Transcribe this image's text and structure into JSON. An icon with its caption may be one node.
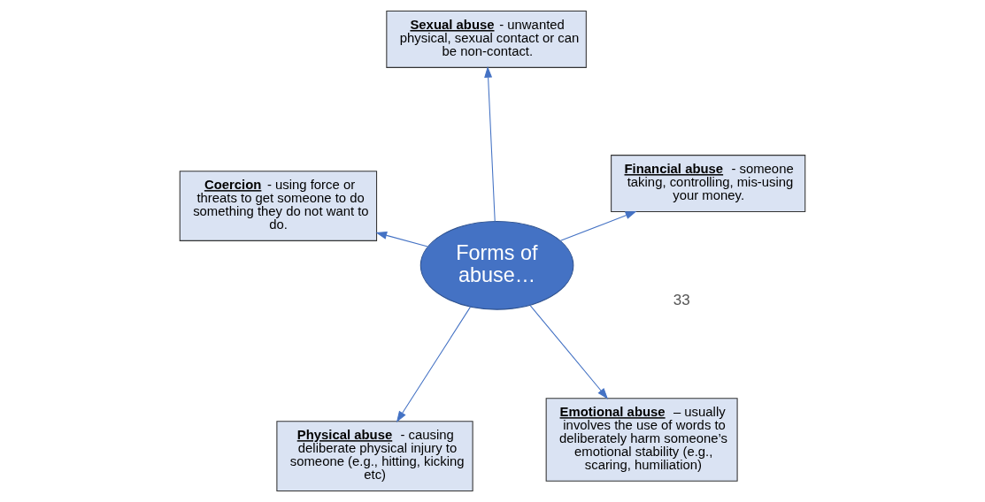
{
  "diagram": {
    "nodes": [
      {
        "text": [
          "Forms of abuse…"
        ]
      },
      {
        "text": [
          "**Emotional abuse** – usually involves the use of words to deliberately harm someone’s emotional stability (e.g., scaring, humiliation)"
        ]
      },
      {
        "text": [
          "**Physical abuse** - causing deliberate physical injury to someone (e.g., hitting, kicking etc)"
        ]
      },
      {
        "text": [
          "**Coercion** - using force or threats to get someone to do something they do not want to do."
        ]
      },
      {
        "text": [
          "**Financial abuse** - someone taking, controlling, mis-using your money."
        ]
      },
      {
        "text": [
          "**Sexual abuse** - unwanted physical, sexual contact or can be non-contact."
        ]
      }
    ],
    "edges": [
      {
        "from": 0,
        "to": 1,
        "arrow": "to"
      },
      {
        "from": 0,
        "to": 2,
        "arrow": "to"
      },
      {
        "from": 0,
        "to": 3,
        "arrow": "to"
      },
      {
        "from": 0,
        "to": 4,
        "arrow": "to"
      },
      {
        "from": 0,
        "to": 5,
        "arrow": "to"
      }
    ],
    "labels": [
      "33"
    ]
  }
}
